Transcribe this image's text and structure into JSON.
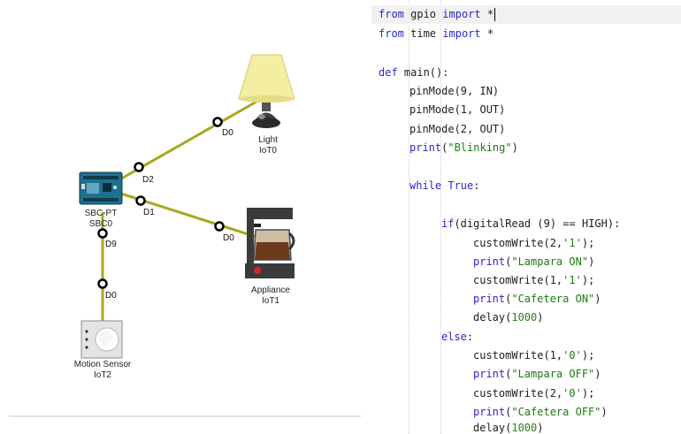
{
  "devices": {
    "sbc": {
      "name": "SBC-PT",
      "id": "SBC0"
    },
    "light": {
      "name": "Light",
      "id": "IoT0"
    },
    "appliance": {
      "name": "Appliance",
      "id": "IoT1"
    },
    "motion": {
      "name": "Motion Sensor",
      "id": "IoT2"
    }
  },
  "ports": {
    "sbc_d2": "D2",
    "sbc_d1": "D1",
    "sbc_d9": "D9",
    "light_d0": "D0",
    "appliance_d0": "D0",
    "motion_d0": "D0"
  },
  "colors": {
    "cable": "#a8a81e",
    "keyword": "#2a28c9",
    "string": "#1d7a12"
  },
  "code": {
    "l1": {
      "kw1": "from",
      "mid": " gpio ",
      "kw2": "import",
      "tail": " *"
    },
    "l2": {
      "kw1": "from",
      "mid": " time ",
      "kw2": "import",
      "tail": " *"
    },
    "l3": {
      "kw": "def",
      "tail": " main():"
    },
    "l4": "pinMode(9, IN)",
    "l5": "pinMode(1, OUT)",
    "l6": "pinMode(2, OUT)",
    "l7": {
      "fn": "print",
      "open": "(",
      "str": "\"Blinking\"",
      "close": ")"
    },
    "l8": {
      "kw": "while",
      "sp": " ",
      "kw2": "True",
      "tail": ":"
    },
    "l9": {
      "kw": "if",
      "mid": "(digitalRead (9) == HIGH):"
    },
    "l10": {
      "head": "customWrite(2,",
      "str": "'1'",
      "tail": ");"
    },
    "l11": {
      "fn": "print",
      "open": "(",
      "str": "\"Lampara ON\"",
      "close": ")"
    },
    "l12": {
      "head": "customWrite(1,",
      "str": "'1'",
      "tail": ");"
    },
    "l13": {
      "fn": "print",
      "open": "(",
      "str": "\"Cafetera ON\"",
      "close": ")"
    },
    "l14": {
      "head": "delay(",
      "num": "1000",
      "tail": ")"
    },
    "l15": {
      "kw": "else",
      "tail": ":"
    },
    "l16": {
      "head": "customWrite(1,",
      "str": "'0'",
      "tail": ");"
    },
    "l17": {
      "fn": "print",
      "open": "(",
      "str": "\"Lampara OFF\"",
      "close": ")"
    },
    "l18": {
      "head": "customWrite(2,",
      "str": "'0'",
      "tail": ");"
    },
    "l19": {
      "fn": "print",
      "open": "(",
      "str": "\"Cafetera OFF\"",
      "close": ")"
    },
    "l20": {
      "head": "delay(",
      "num": "1000",
      "tail": ")"
    }
  }
}
